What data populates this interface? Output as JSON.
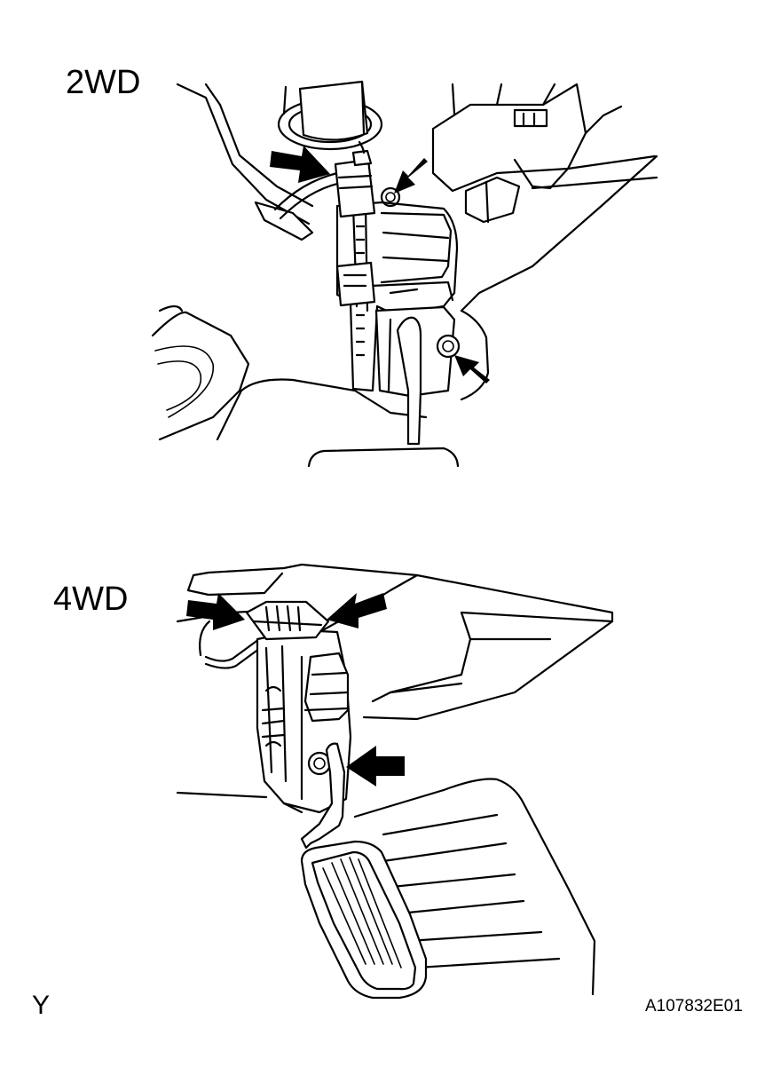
{
  "labels": {
    "top_view": "2WD",
    "bottom_view": "4WD",
    "corner_mark": "Y",
    "figure_id": "A107832E01"
  },
  "icons": {
    "pointer": "arrow-icon",
    "pedal": "accelerator-pedal-icon"
  },
  "colors": {
    "line": "#000000",
    "background": "#ffffff"
  }
}
